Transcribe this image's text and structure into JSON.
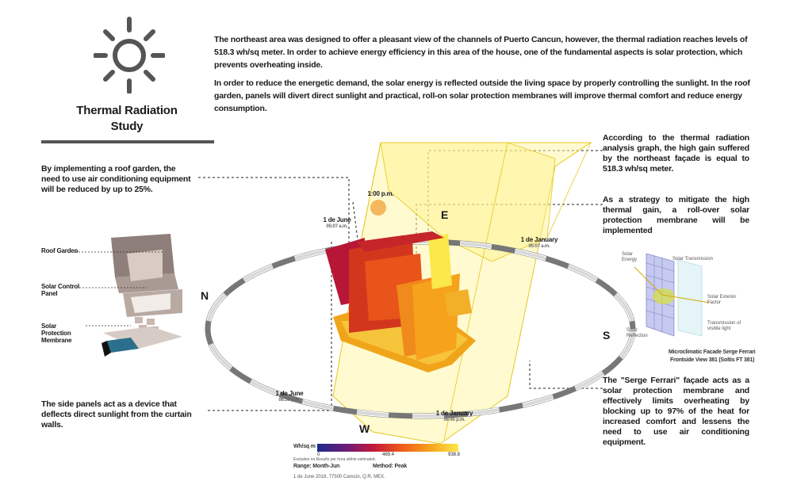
{
  "title": {
    "line1": "Thermal Radiation",
    "line2": "Study"
  },
  "intro": {
    "p1": "The northeast area was designed to offer a pleasant view of the channels of Puerto Cancun, however, the thermal radiation reaches levels of 518.3 wh/sq meter. In order to achieve energy efficiency in this area of the house, one of the fundamental aspects is solar protection, which prevents overheating inside.",
    "p2": "In order to reduce the energetic demand, the solar energy is reflected outside the living space by properly controlling the sunlight. In the roof garden, panels will divert direct sunlight and practical, roll-on solar protection membranes will improve thermal comfort and reduce energy consumption."
  },
  "notes": {
    "left_top": "By implementing a roof garden, the need to use air conditioning equipment will be reduced by up to 25%.",
    "left_bottom": "The side panels act as a device that deflects direct sunlight from the curtain walls.",
    "right_1": "According to the thermal radiation analysis graph, the high gain suffered by the northeast façade is equal to 518.3 wh/sq meter.",
    "right_2": "As a strategy to mitigate the high thermal gain, a roll-over solar protection membrane will be implemented",
    "right_3": "The \"Serge Ferrari\" façade acts as a solar protection membrane and effectively limits overheating by blocking up to 97% of the heat for increased comfort and lessens the need to use air conditioning equipment."
  },
  "axon_labels": {
    "roof_garden": "Roof Garden",
    "solar_control": "Solar Control Panel",
    "solar_protection": "Solar Protection Membrane"
  },
  "compass": {
    "n": "N",
    "e": "E",
    "s": "S",
    "w": "W"
  },
  "sun_labels": {
    "june_top": "1 de June",
    "june_top_time": "05:07 a.m.",
    "noon": "1:00 p.m.",
    "jan_top": "1 de January",
    "jan_top_time": "05:07 a.m.",
    "june_bottom": "1 de June",
    "june_bottom_time": "06:30 p.m.",
    "jan_bottom": "1 de January",
    "jan_bottom_time": "06:40 p.m."
  },
  "membrane_diagram": {
    "solar_energy": "Solar Energy",
    "solar_transmission": "Solar Transmission",
    "solar_exterior_factor": "Solar Exterior Factor",
    "solar_reflection": "Solar Reflection",
    "transmission_visible": "Transmission of visible light",
    "caption1": "Microclimatic Facade Serge Ferrari",
    "caption2": "Frontside View 381 (Soltis FT 381)"
  },
  "legend": {
    "unit": "Wh/sq m",
    "min": "0",
    "mid": "469.4",
    "max": "938.8",
    "note": "Excludes no Results per hora within estimated.",
    "range": "Range: Month-Jun",
    "method": "Method: Peak",
    "colors": [
      "#1f2a8a",
      "#6a1d7a",
      "#c01a3a",
      "#ee5a1a",
      "#f6a21c",
      "#fbe84a"
    ]
  },
  "footer": "1 de June 2018, 77500 Cancún, Q.R, MEX."
}
